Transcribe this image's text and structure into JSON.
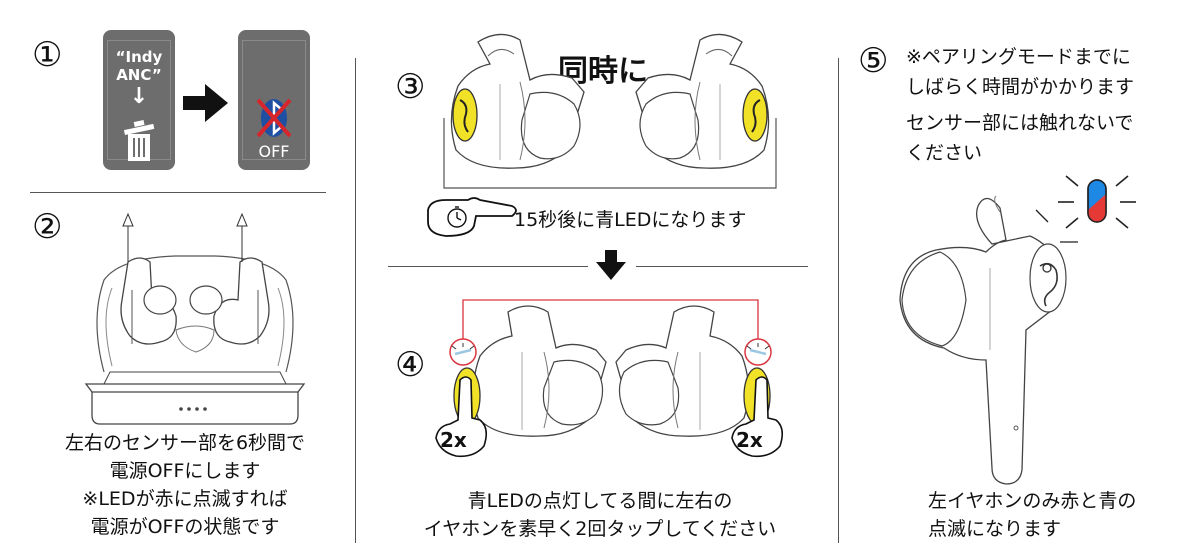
{
  "steps": {
    "s1": {
      "number": "①",
      "phone_label_line1": "“Indy",
      "phone_label_line2": "ANC”",
      "down_arrow": "↓",
      "off_label": "OFF"
    },
    "s2": {
      "number": "②",
      "caption_line1": "左右のセンサー部を6秒間で",
      "caption_line2": "電源OFFにします",
      "caption_line3": "※LEDが赤に点滅すれば",
      "caption_line4": "電源がOFFの状態です"
    },
    "s3": {
      "number": "③",
      "simultaneous_label": "同時に",
      "timer_text": "15秒後に青LEDになります"
    },
    "s4": {
      "number": "④",
      "tap_left": "2x",
      "tap_right": "2x",
      "caption_line1": "青LEDの点灯してる間に左右の",
      "caption_line2": "イヤホンを素早く2回タップしてください"
    },
    "s5": {
      "number": "⑤",
      "note_line1": "※ペアリングモードまでに",
      "note_line2": "しばらく時間がかかります",
      "note_line3": "センサー部には触れないで",
      "note_line4": "ください",
      "caption_line1": "左イヤホンのみ赤と青の",
      "caption_line2": "点滅になります"
    }
  },
  "colors": {
    "phone_gray": "#6d6d6d",
    "bluetooth_blue": "#1e4fa3",
    "cross_red": "#d6262b",
    "sensor_yellow": "#f1e227",
    "led_red": "#e53935",
    "led_blue": "#1e88e5",
    "frame_red": "#d9363e"
  },
  "icons": {
    "arrow_right": "arrow-right-icon",
    "arrow_down": "arrow-down-icon",
    "trash": "trash-icon",
    "bluetooth": "bluetooth-icon",
    "timer_hand": "pointing-hand-timer-icon",
    "led": "blinking-led-icon"
  }
}
